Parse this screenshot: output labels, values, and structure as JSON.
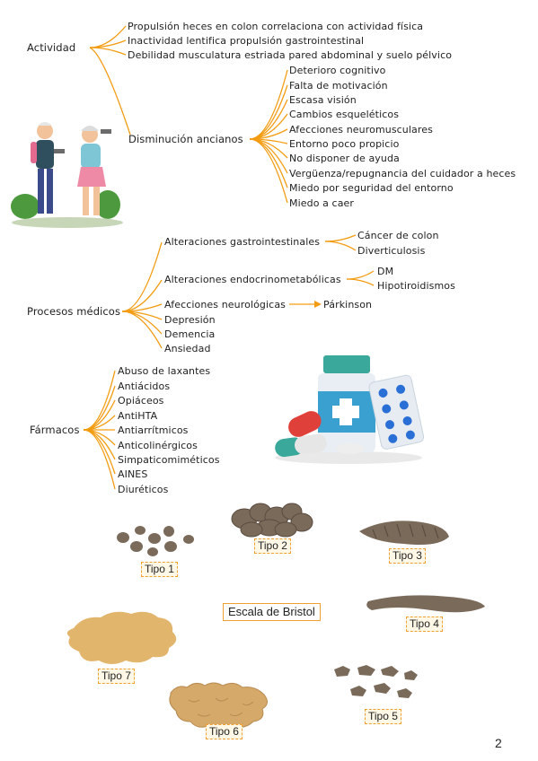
{
  "actividad": {
    "title": "Actividad",
    "items": [
      "Propulsión heces en colon correlaciona con actividad física",
      "Inactividad lentifica propulsión gastrointestinal",
      "Debilidad musculatura estriada pared abdominal y suelo pélvico"
    ],
    "ancianos": {
      "title": "Disminución ancianos",
      "items": [
        "Deterioro cognitivo",
        "Falta de motivación",
        "Escasa visión",
        "Cambios esqueléticos",
        "Afecciones neuromusculares",
        "Entorno poco propicio",
        "No disponer de ayuda",
        "Vergüenza/repugnancia del cuidador a heces",
        "Miedo por seguridad del entorno",
        "Miedo a caer"
      ]
    }
  },
  "procesos": {
    "title": "Procesos médicos",
    "gastro": {
      "label": "Alteraciones gastrointestinales",
      "items": [
        "Cáncer de colon",
        "Diverticulosis"
      ]
    },
    "endocrino": {
      "label": "Alteraciones endocrinometabólicas",
      "items": [
        "DM",
        "Hipotiroidismos"
      ]
    },
    "neuro": {
      "label": "Afecciones neurológicas",
      "item": "Párkinson"
    },
    "others": [
      "Depresión",
      "Demencia",
      "Ansiedad"
    ]
  },
  "farmacos": {
    "title": "Fármacos",
    "items": [
      "Abuso de laxantes",
      "Antiácidos",
      "Opiáceos",
      "AntiHTA",
      "Antiarrítmicos",
      "Anticolinérgicos",
      "Simpaticomiméticos",
      "AINES",
      "Diuréticos"
    ]
  },
  "bristol": {
    "title": "Escala de Bristol",
    "tipos": [
      "Tipo 1",
      "Tipo 2",
      "Tipo 3",
      "Tipo 4",
      "Tipo 5",
      "Tipo 6",
      "Tipo 7"
    ]
  },
  "page_number": "2",
  "colors": {
    "branch": "#f39c12",
    "stool": "#7a6a5a",
    "stool_light": "#d4a96a"
  }
}
